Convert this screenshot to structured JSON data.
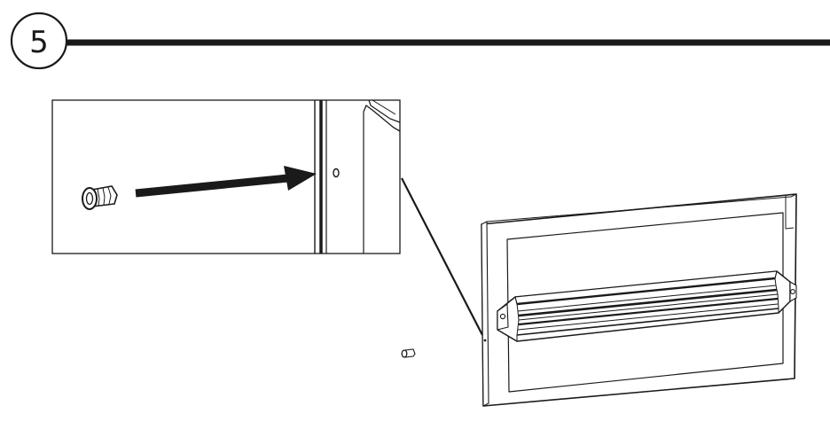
{
  "step": {
    "number": "5"
  },
  "colors": {
    "ink": "#1a1a1a",
    "background": "#ffffff"
  },
  "parts": {
    "plug": "wall-plug-icon",
    "arrow": "insertion-arrow",
    "fixture": "wall-mounted-light-fixture"
  }
}
